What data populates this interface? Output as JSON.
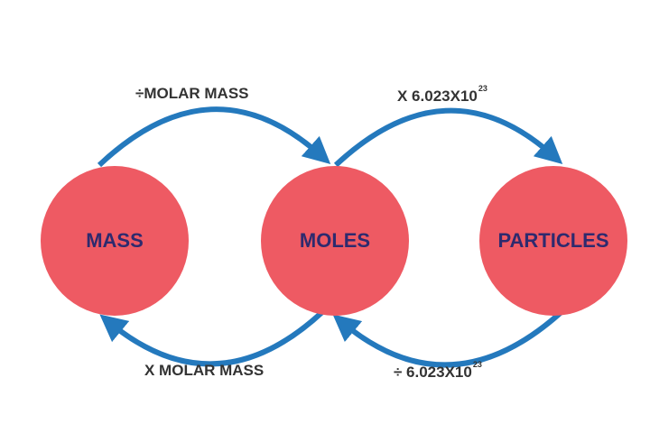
{
  "colors": {
    "circle": "#ee5a63",
    "circle_text": "#2e2a6e",
    "arrow": "#2479bd",
    "label_text": "#333333"
  },
  "nodes": {
    "mass": "MASS",
    "moles": "MOLES",
    "particles": "PARTICLES"
  },
  "labels": {
    "mass_to_moles": "÷MOLAR MASS",
    "moles_to_particles": {
      "base": "X 6.023X10",
      "exp": "23"
    },
    "moles_to_mass": "X MOLAR MASS",
    "particles_to_moles": {
      "base": "÷ 6.023X10",
      "exp": "23"
    }
  }
}
